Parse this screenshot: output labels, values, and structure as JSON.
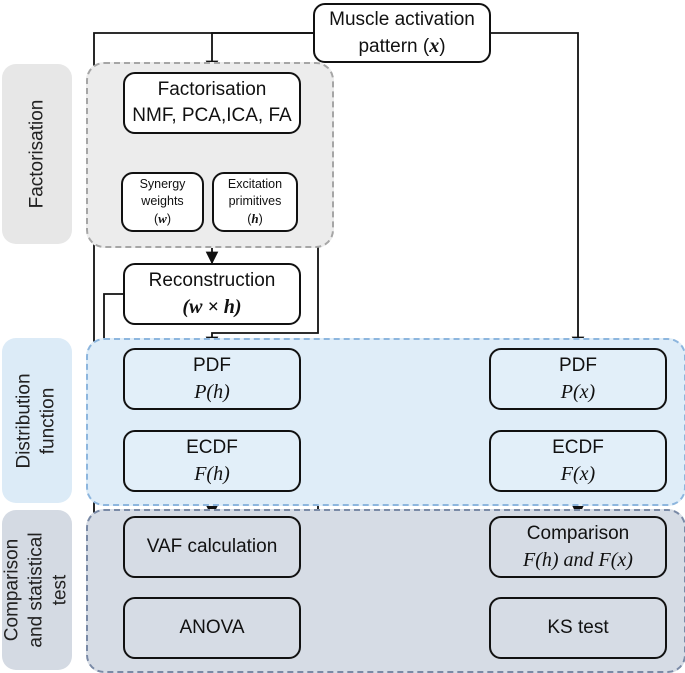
{
  "colors": {
    "stage_factorisation": "#e7e7e7",
    "stage_distribution": "#dcebf7",
    "stage_comparison": "#d4dae3",
    "group_factorisation_fill": "#ececec",
    "group_factorisation_border": "#a6a6a6",
    "group_distribution_fill": "#dfedf8",
    "group_distribution_border": "#8db6de",
    "group_comparison_fill": "#d6dce5",
    "group_comparison_border": "#7a8aa6",
    "box_fill_factorisation": "#ffffff",
    "box_fill_distribution": "#e2eff9",
    "box_fill_comparison": "#d6dce5",
    "line": "#111111"
  },
  "stages": {
    "factorisation": [
      "Factorisation"
    ],
    "distribution": [
      "Distribution",
      "function"
    ],
    "comparison": [
      "Comparison",
      "and statistical",
      "test"
    ]
  },
  "boxes": {
    "input": {
      "line1": "Muscle activation",
      "line2_text": "pattern (",
      "line2_var": "x",
      "line2_end": ")"
    },
    "factorisation": {
      "line1": "Factorisation",
      "line2": "NMF, PCA,ICA, FA"
    },
    "synergy": {
      "line1": "Synergy",
      "line2": "weights",
      "line3_open": "(",
      "line3_var": "w",
      "line3_close": ")"
    },
    "excitation": {
      "line1": "Excitation",
      "line2": "primitives",
      "line3_open": "(",
      "line3_var": "h",
      "line3_close": ")"
    },
    "reconstruction": {
      "line1": "Reconstruction",
      "line2": "(w × h)"
    },
    "pdf_h": {
      "line1": "PDF",
      "line2": "P(h)"
    },
    "ecdf_h": {
      "line1": "ECDF",
      "line2": "F(h)"
    },
    "pdf_x": {
      "line1": "PDF",
      "line2": "P(x)"
    },
    "ecdf_x": {
      "line1": "ECDF",
      "line2": "F(x)"
    },
    "vaf": {
      "line1": "VAF calculation"
    },
    "anova": {
      "line1": "ANOVA"
    },
    "comparison": {
      "line1": "Comparison",
      "line2": "F(h) and F(x)"
    },
    "ks": {
      "line1": "KS test"
    }
  }
}
